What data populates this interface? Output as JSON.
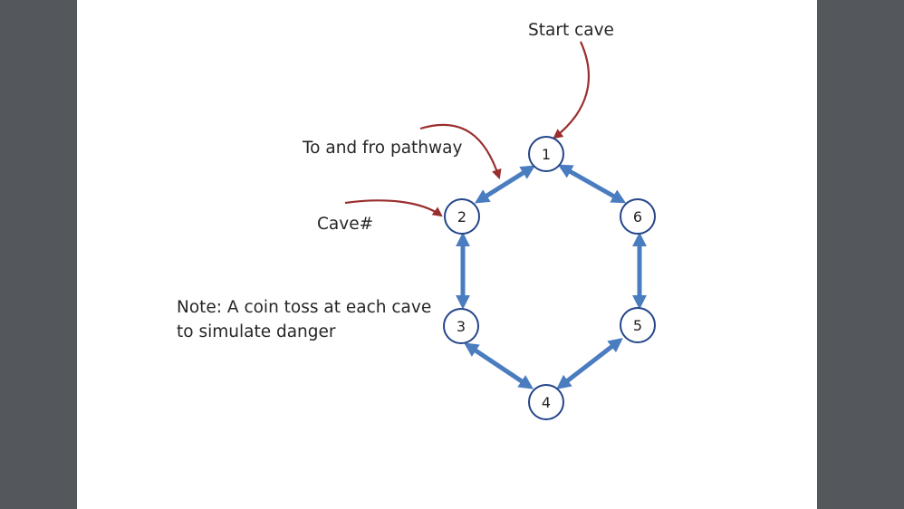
{
  "labels": {
    "start": "Start cave",
    "pathway": "To and fro pathway",
    "cave_num": "Cave#",
    "note_line1": "Note: A coin toss at each cave",
    "note_line2": "to simulate danger"
  },
  "caves": [
    "1",
    "2",
    "3",
    "4",
    "5",
    "6"
  ],
  "colors": {
    "background": "#54585c",
    "slide": "#ffffff",
    "link": "#4a7cc0",
    "node_stroke": "#24458a",
    "annotation_arrow": "#9a2e2e"
  }
}
